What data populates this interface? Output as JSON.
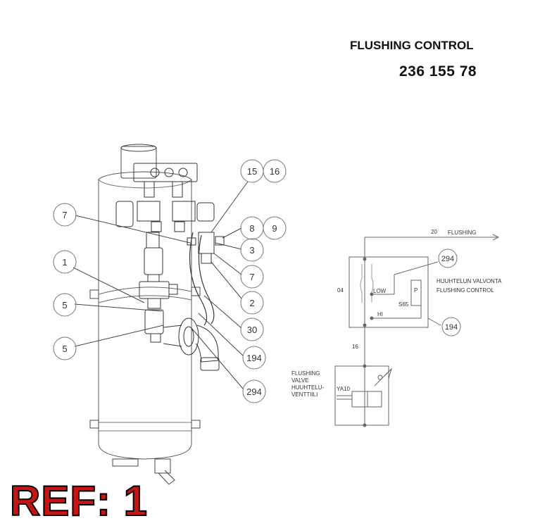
{
  "title": "FLUSHING CONTROL",
  "part_number": "236 155 78",
  "ref_label": "REF: 1",
  "callouts": {
    "c15": "15",
    "c16": "16",
    "c7a": "7",
    "c8": "8",
    "c9": "9",
    "c3": "3",
    "c7b": "7",
    "c1": "1",
    "c2": "2",
    "c5a": "5",
    "c30": "30",
    "c5b": "5",
    "c194": "194",
    "c294": "294"
  },
  "schematic": {
    "wire_top": "20",
    "flushing_label": "FLUSHING",
    "box_label": "04",
    "low": "LOW",
    "hi": "HI",
    "switch": "S65",
    "callout_294": "294",
    "callout_194": "194",
    "fi_label": "HUUHTELUN VALVONTA",
    "en_label": "FLUSHING CONTROL",
    "wire_mid": "16",
    "valve_label_1": "FLUSHING",
    "valve_label_2": "VALVE",
    "valve_label_3": "HUUHTELU-",
    "valve_label_4": "VENTTIILI",
    "valve_id": "YA10",
    "switch_marks": "P"
  }
}
